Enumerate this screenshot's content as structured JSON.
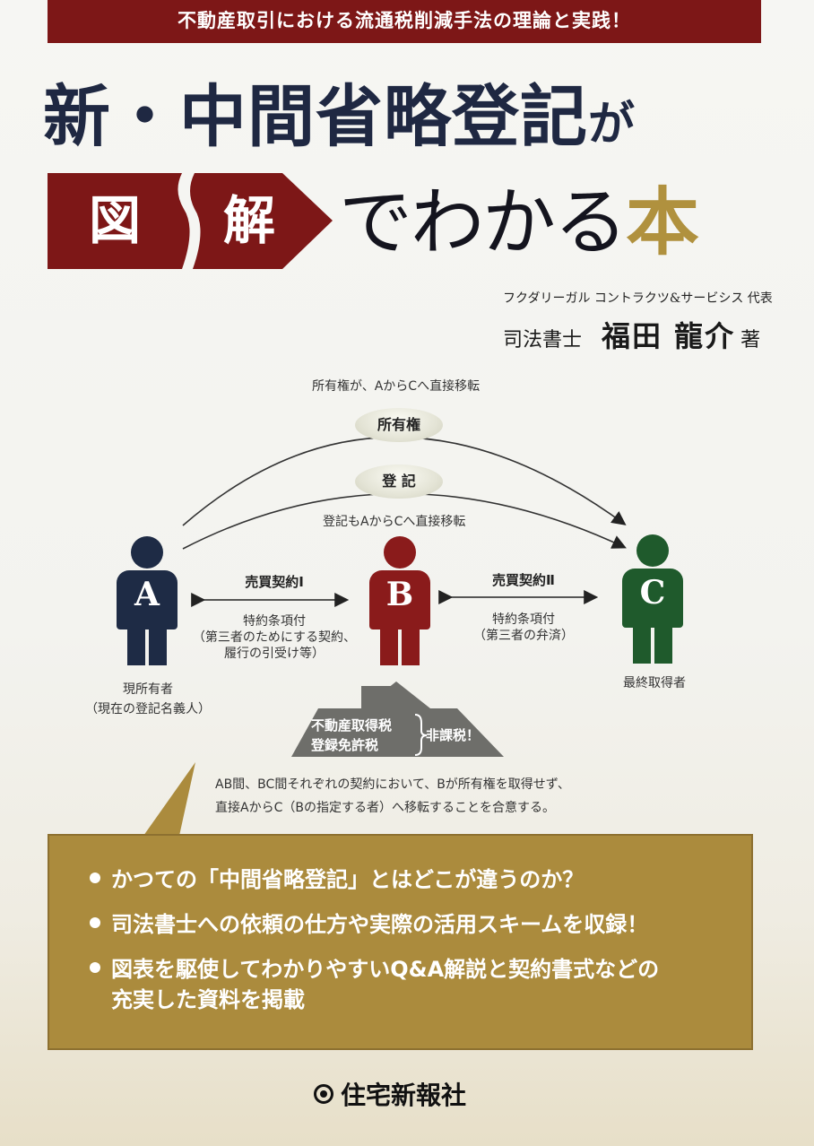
{
  "cover": {
    "tagline": "不動産取引における流通税削減手法の理論と実践！",
    "title_main": "新・中間省略登記",
    "title_particle": "が",
    "title_zu": "図",
    "title_kai": "解",
    "title_sub": "でわかる",
    "title_hon": "本"
  },
  "author": {
    "organization": "フクダリーガル コントラクツ&サービシス 代表",
    "role": "司法書士",
    "name": "福田 龍介",
    "suffix": "著"
  },
  "diagram": {
    "top_caption": "所有権が、AからCへ直接移転",
    "pill_ownership": "所有権",
    "pill_registration": "登 記",
    "registration_caption": "登記もAからCへ直接移転",
    "person_a": {
      "letter": "A",
      "label_1": "現所有者",
      "label_2": "（現在の登記名義人）"
    },
    "person_b": {
      "letter": "B"
    },
    "person_c": {
      "letter": "C",
      "label_1": "最終取得者"
    },
    "contract_1": {
      "title": "売買契約Ⅰ",
      "line_1": "特約条項付",
      "line_2": "（第三者のためにする契約、",
      "line_3": "履行の引受け等）"
    },
    "contract_2": {
      "title": "売買契約Ⅱ",
      "line_1": "特約条項付",
      "line_2": "（第三者の弁済）"
    },
    "tax_1": "不動産取得税",
    "tax_2": "登録免許税",
    "tax_result": "非課税！",
    "note_1": "AB間、BC間それぞれの契約において、Bが所有権を取得せず、",
    "note_2": "直接AからC（Bの指定する者）へ移転することを合意する。"
  },
  "features": [
    {
      "line_1": "かつての「中間省略登記」とはどこが違うのか？"
    },
    {
      "line_1": "司法書士への依頼の仕方や実際の活用スキームを収録！"
    },
    {
      "line_1": "図表を駆使してわかりやすいQ&A解説と契約書式などの",
      "line_2": "充実した資料を掲載"
    }
  ],
  "publisher": {
    "name": "住宅新報社"
  },
  "colors": {
    "banner": "#7d1717",
    "title_navy": "#1f2842",
    "gold": "#ab8b3d",
    "person_a": "#1e2b45",
    "person_b": "#8a1b1b",
    "person_c": "#1f5a2c",
    "tax_box": "#6e6e6a"
  }
}
